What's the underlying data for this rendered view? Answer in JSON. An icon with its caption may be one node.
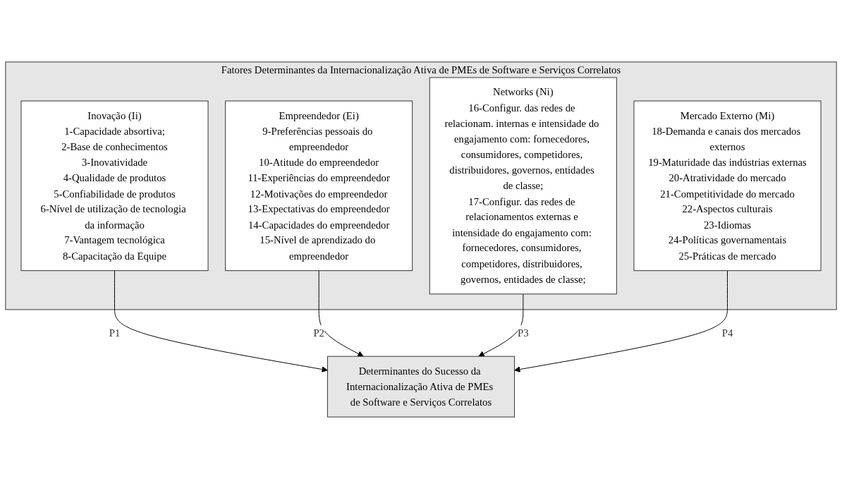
{
  "diagram": {
    "nodes": [
      {
        "text": [
          "Fatores Determinantes da Internacionalização Ativa de PMEs de Software e Serviços Correlatos"
        ]
      },
      {
        "text": [
          "Inovação (Ii)",
          "1-Capacidade absortiva;",
          "2-Base de conhecimentos",
          "3-Inovatividade",
          "4-Qualidade de produtos",
          "5-Confiabilidade de produtos",
          "6-Nível de utilização de tecnologia da informação",
          "7-Vantagem tecnológica",
          "8-Capacitação da Equipe"
        ],
        "in": 0
      },
      {
        "text": [
          "Empreendedor (Ei)",
          "9-Preferências pessoais do empreendedor",
          "10-Atitude do empreendedor",
          "11-Experiências do empreendedor",
          "12-Motivações do empreendedor",
          "13-Expectativas do empreendedor",
          "14-Capacidades do empreendedor",
          "15-Nível de aprendizado do empreendedor"
        ],
        "in": 0
      },
      {
        "text": [
          "Networks (Ni)",
          "16-Configur. das redes de relacionam. internas e intensidade do engajamento com: fornecedores, consumidores, competidores, distribuidores, governos, entidades de classe;",
          "17-Configur. das redes de relacionamentos externas e intensidade do engajamento com: fornecedores, consumidores, competidores, distribuidores, governos, entidades de classe;"
        ],
        "in": 0
      },
      {
        "text": [
          "Mercado Externo (Mi)",
          "18-Demanda e canais dos mercados externos",
          "19-Maturidade das indústrias externas",
          "20-Atratividade do mercado",
          "21-Competitividade do mercado",
          "22-Aspectos culturais",
          "23-Idiomas",
          "24-Políticas governamentais",
          "25-Práticas de mercado"
        ],
        "in": 0
      },
      {
        "text": [
          "Determinantes do Sucesso da Internacionalização Ativa de PMEs de Software e Serviços Correlatos"
        ]
      }
    ],
    "edges": [
      {
        "from": 1,
        "to": 5,
        "arrow": "to",
        "label": "P1"
      },
      {
        "from": 2,
        "to": 5,
        "arrow": "to",
        "label": "P2"
      },
      {
        "from": 3,
        "to": 5,
        "arrow": "to",
        "label": "P3"
      },
      {
        "from": 4,
        "to": 5,
        "arrow": "to",
        "label": "P4"
      }
    ]
  }
}
